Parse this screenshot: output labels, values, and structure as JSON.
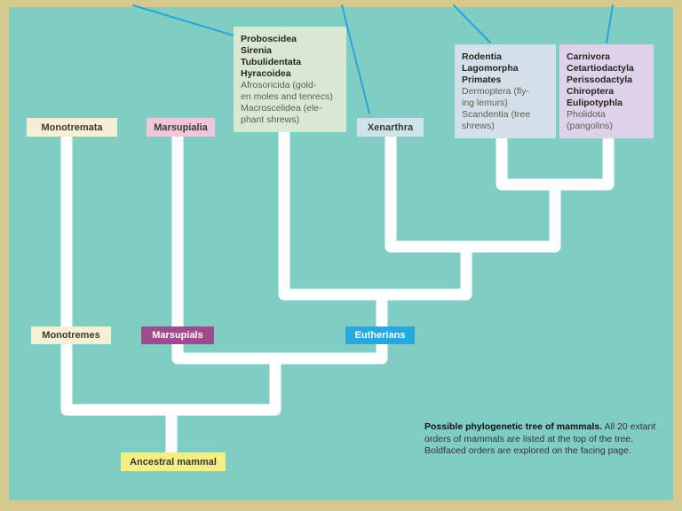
{
  "figure": {
    "background_color": "#7fcdc3",
    "frame_color": "#d5c98e",
    "branch_color": "#ffffff",
    "callout_color": "#2aa5d8"
  },
  "colors": {
    "cream_box": "#f6efd4",
    "pink_box": "#efc6da",
    "green_box": "#d9e8d2",
    "pale_blue_box": "#cde4ea",
    "blue_gray_box": "#d3dfe9",
    "lavender_box": "#ddd2ea",
    "purple_label": "#a04b90",
    "blue_label": "#29a8e0",
    "yellow_label": "#f3ef82"
  },
  "order_boxes": {
    "monotremata": {
      "label": "Monotremata"
    },
    "marsupialia": {
      "label": "Marsupialia"
    },
    "xenarthra": {
      "label": "Xenarthra"
    },
    "proboscidea_group": {
      "bold_lines": [
        "Proboscidea",
        "Sirenia",
        "Tubulidentata",
        "Hyracoidea"
      ],
      "plain_lines": [
        "Afrosoricida (gold-",
        "en moles and tenrecs)",
        "Macroscelidea (ele-",
        "phant shrews)"
      ]
    },
    "rodentia_group": {
      "bold_lines": [
        "Rodentia",
        "Lagomorpha",
        "Primates"
      ],
      "plain_lines": [
        "Dermoptera (fly-",
        "ing lemurs)",
        "Scandentia (tree",
        "shrews)"
      ]
    },
    "carnivora_group": {
      "bold_lines": [
        "Carnivora",
        "Cetartiodactyla",
        "Perissodactyla",
        "Chiroptera",
        "Eulipotyphla"
      ],
      "plain_lines": [
        "Pholidota",
        "(pangolins)"
      ]
    }
  },
  "clade_labels": {
    "monotremes": "Monotremes",
    "marsupials": "Marsupials",
    "eutherians": "Eutherians"
  },
  "root_label": "Ancestral mammal",
  "caption": {
    "bold": "Possible phylogenetic tree of mammals.",
    "text": " All 20 extant orders of mammals are listed at the top of the tree. Boldfaced orders are explored on the facing page."
  },
  "tree": {
    "root": "Ancestral mammal",
    "newick": "(Monotremata,(Marsupialia,((Proboscidea,Sirenia,Tubulidentata,Hyracoidea,Afrosoricida,Macroscelidea),(Xenarthra,((Rodentia,Lagomorpha,Primates,Dermoptera,Scandentia),(Carnivora,Cetartiodactyla,Perissodactyla,Chiroptera,Eulipotyphla,Pholidota))))))",
    "major_clades": [
      "Monotremes",
      "Marsupials",
      "Eutherians"
    ]
  }
}
